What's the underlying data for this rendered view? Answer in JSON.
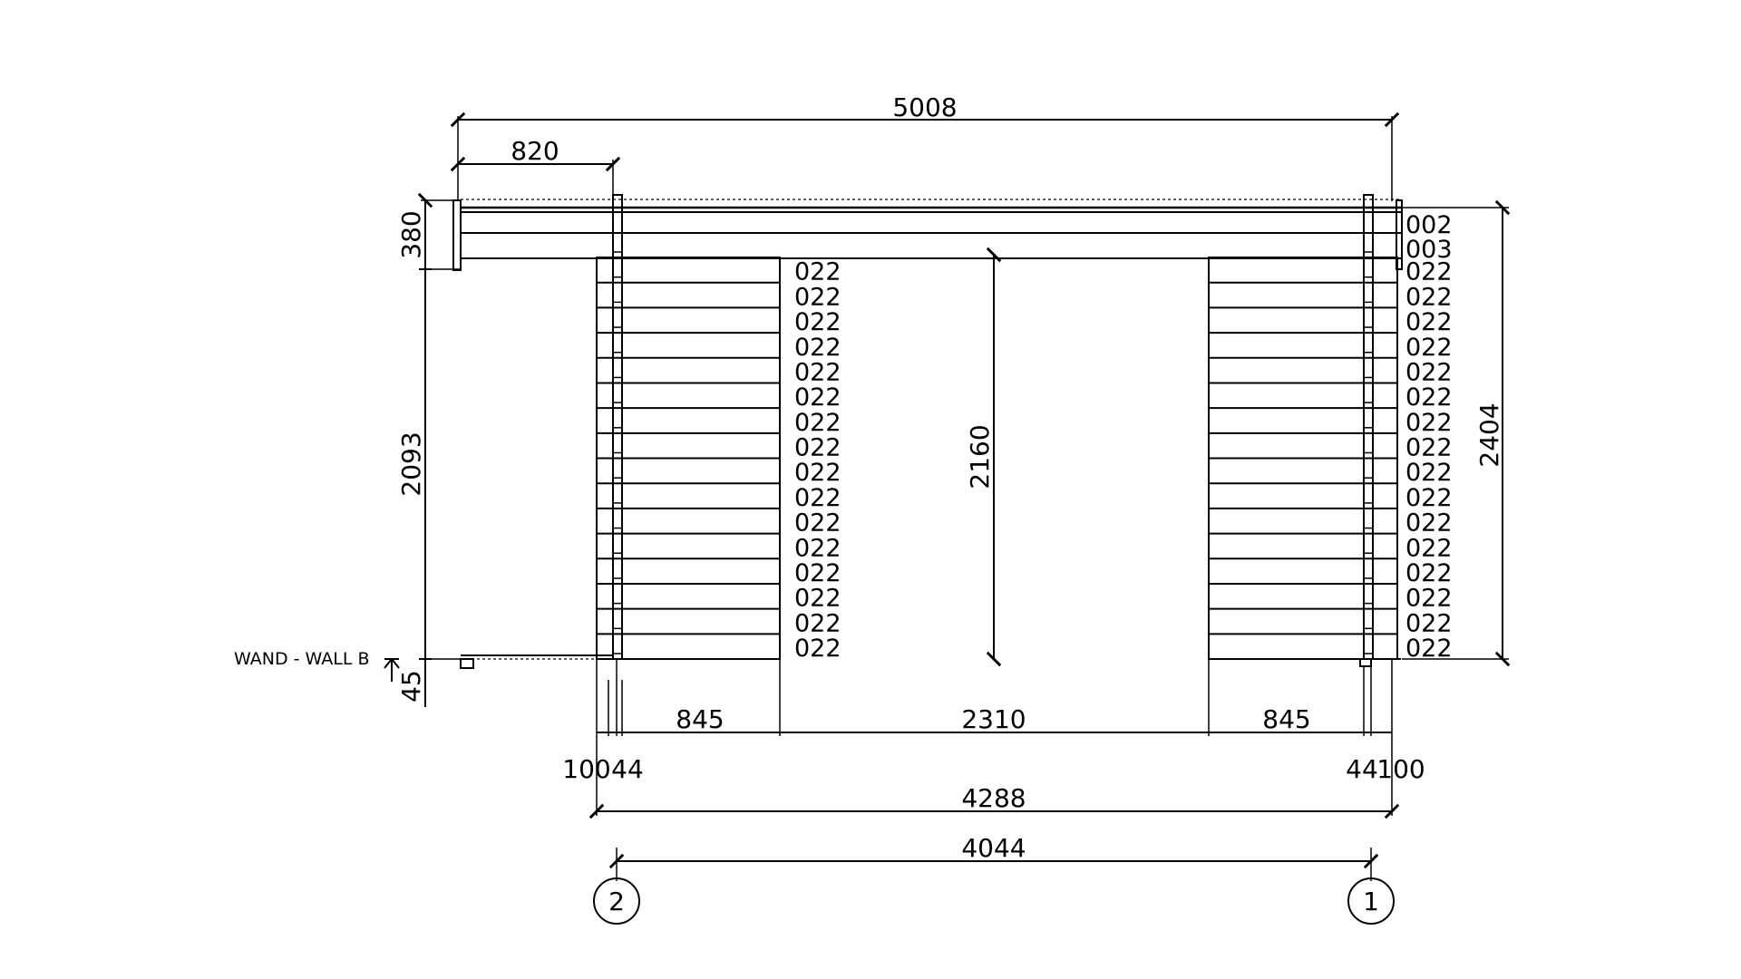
{
  "dimensions": {
    "overall_width": "5008",
    "left_overhang": "820",
    "roof_height": "380",
    "wall_height": "2093",
    "base_offset": "45",
    "opening_height": "2160",
    "total_height": "2404",
    "left_panel": "845",
    "opening_width": "2310",
    "right_panel": "845",
    "left_small": "100",
    "left_post": "44",
    "right_post": "44",
    "right_small": "100",
    "outer_width": "4288",
    "axis_distance": "4044"
  },
  "labels": {
    "wall": "WAND - WALL B"
  },
  "planks": {
    "roof": [
      "002",
      "003"
    ],
    "left_wall": [
      "022",
      "022",
      "022",
      "022",
      "022",
      "022",
      "022",
      "022",
      "022",
      "022",
      "022",
      "022",
      "022",
      "022",
      "022",
      "022"
    ],
    "right_wall": [
      "022",
      "022",
      "022",
      "022",
      "022",
      "022",
      "022",
      "022",
      "022",
      "022",
      "022",
      "022",
      "022",
      "022",
      "022",
      "022"
    ]
  },
  "axes": {
    "left": "2",
    "right": "1"
  }
}
